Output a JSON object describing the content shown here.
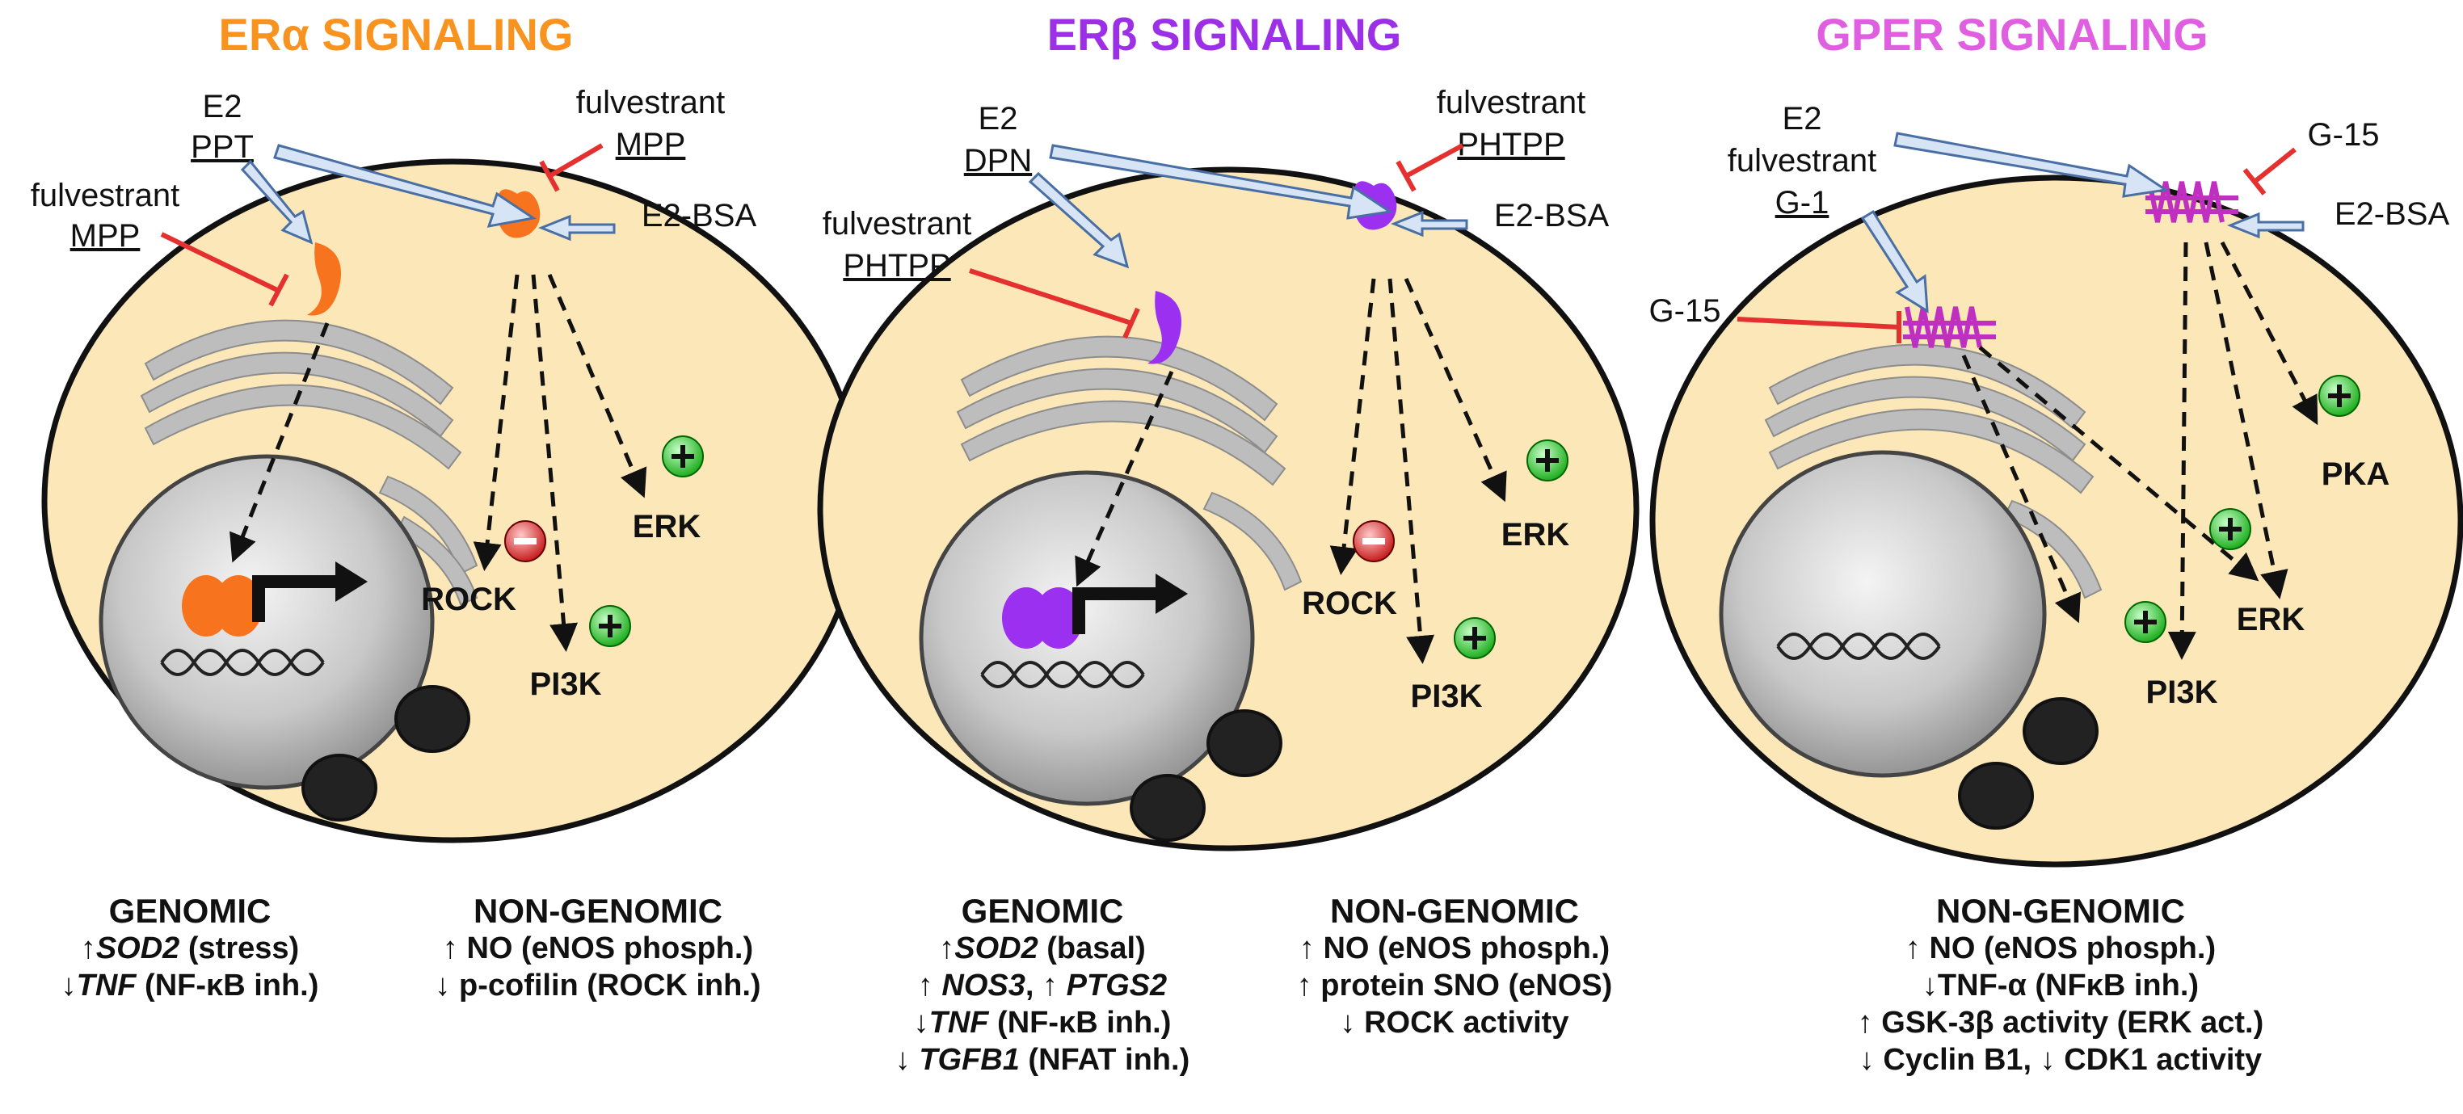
{
  "panels": [
    {
      "title": "ERα SIGNALING",
      "title_color": "#f7931e",
      "receptor_color": "#f7731e",
      "agonists": [
        "E2",
        "PPT"
      ],
      "antagonist_left": [
        "fulvestrant",
        "MPP"
      ],
      "antagonist_right": [
        "fulvestrant",
        "MPP"
      ],
      "membrane_ligand": "E2-BSA",
      "kinases": [
        "ROCK",
        "ERK",
        "PI3K"
      ],
      "genomic": {
        "heading": "GENOMIC",
        "lines": [
          {
            "arrow": "↑",
            "gene": "SOD2",
            "rest": " (stress)"
          },
          {
            "arrow": "↓",
            "gene": "TNF",
            "rest": " (NF-κB inh.)"
          }
        ]
      },
      "nongenomic": {
        "heading": "NON-GENOMIC",
        "lines": [
          "↑ NO (eNOS phosph.)",
          "↓ p-cofilin (ROCK inh.)"
        ]
      }
    },
    {
      "title": "ERβ SIGNALING",
      "title_color": "#9b30e6",
      "receptor_color": "#9b30f0",
      "agonists": [
        "E2",
        "DPN"
      ],
      "antagonist_left": [
        "fulvestrant",
        "PHTPP"
      ],
      "antagonist_right": [
        "fulvestrant",
        "PHTPP"
      ],
      "membrane_ligand": "E2-BSA",
      "kinases": [
        "ROCK",
        "ERK",
        "PI3K"
      ],
      "genomic": {
        "heading": "GENOMIC",
        "lines": [
          {
            "arrow": "↑",
            "gene": "SOD2",
            "rest": " (basal)"
          },
          {
            "arrow": "↑ ",
            "gene": "NOS3",
            "rest": ", ↑ ",
            "gene2": "PTGS2"
          },
          {
            "arrow": "↓",
            "gene": "TNF",
            "rest": " (NF-κB inh.)"
          },
          {
            "arrow": "↓ ",
            "gene": "TGFB1",
            "rest": " (NFAT inh.)"
          }
        ]
      },
      "nongenomic": {
        "heading": "NON-GENOMIC",
        "lines": [
          "↑ NO (eNOS phosph.)",
          "↑ protein SNO (eNOS)",
          "↓ ROCK activity"
        ]
      }
    },
    {
      "title": "GPER SIGNALING",
      "title_color": "#e05ee0",
      "receptor_color": "#d040d0",
      "agonists": [
        "E2",
        "fulvestrant",
        "G-1"
      ],
      "antagonist_left": [
        "G-15"
      ],
      "antagonist_right": [
        "G-15"
      ],
      "membrane_ligand": "E2-BSA",
      "kinases": [
        "PKA",
        "ERK",
        "PI3K"
      ],
      "nongenomic": {
        "heading": "NON-GENOMIC",
        "lines": [
          "↑ NO (eNOS phosph.)",
          "↓TNF-α (NFκB inh.)",
          "↑ GSK-3β activity (ERK act.)",
          "↓ Cyclin B1, ↓ CDK1 activity"
        ]
      }
    }
  ],
  "colors": {
    "cell_fill": "#fbe7b8",
    "arrow_fill": "#d6e4f5",
    "arrow_stroke": "#4a6fa5",
    "inhibit": "#e53030",
    "plus": "#3ad13a",
    "minus": "#e03535"
  }
}
